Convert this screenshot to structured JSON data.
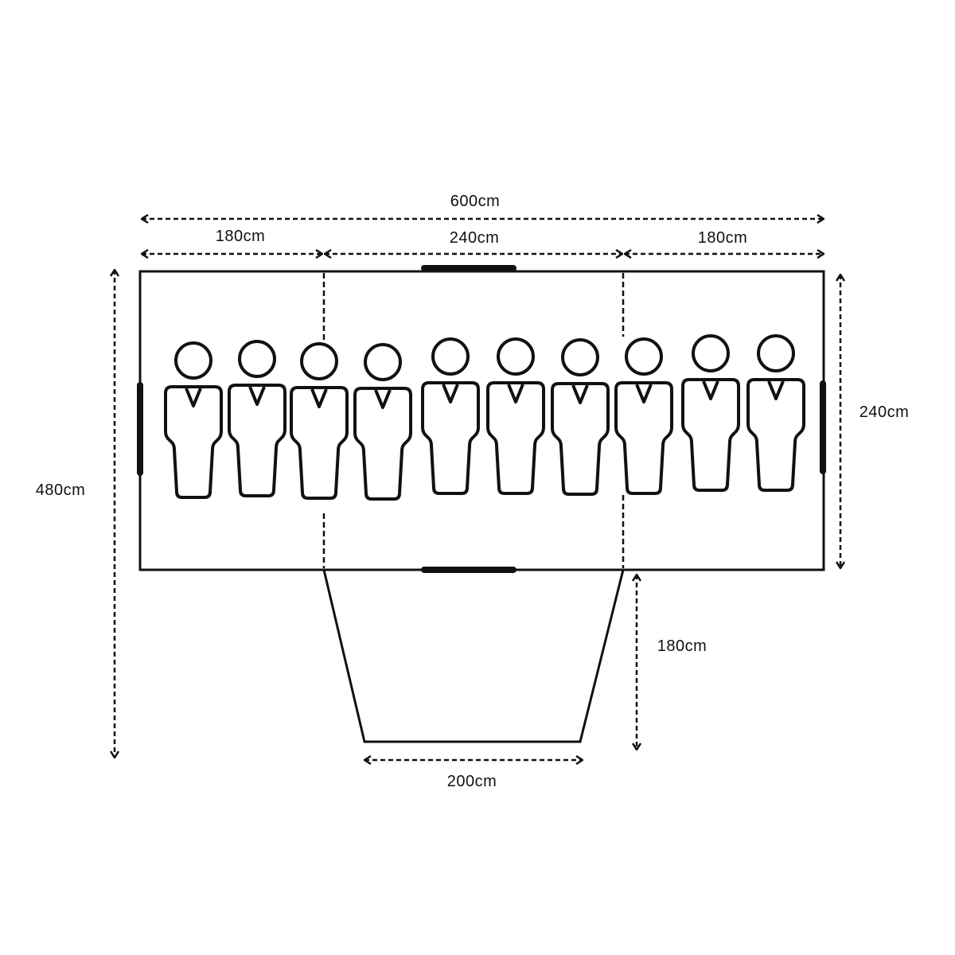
{
  "title": "Tent floor plan",
  "dimensions": {
    "total_width": "600cm",
    "left_bedroom_width": "180cm",
    "center_living_width": "240cm",
    "right_bedroom_width": "180cm",
    "total_depth": "480cm",
    "inner_depth": "240cm",
    "porch_depth": "180cm",
    "porch_front_width": "200cm"
  },
  "occupants": 10,
  "colors": {
    "line": "#111111",
    "background": "#ffffff"
  }
}
